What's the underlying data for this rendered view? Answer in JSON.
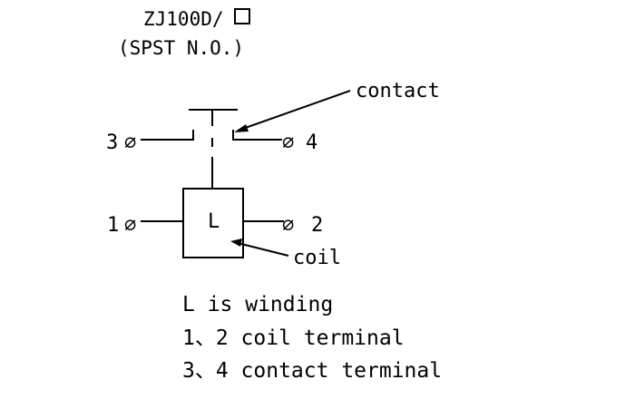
{
  "title": {
    "model": "ZJ100D/",
    "subtitle": "(SPST N.O.)"
  },
  "labels": {
    "contact": "contact",
    "coil": "coil",
    "coil_letter": "L",
    "terminal_1": "1",
    "terminal_2": "2",
    "terminal_3": "3",
    "terminal_4": "4",
    "terminal_symbol": "∅"
  },
  "notes": [
    "L is winding",
    "1、2 coil terminal",
    "3、4 contact terminal"
  ],
  "colors": {
    "ink": "#000000",
    "background": "#ffffff"
  }
}
